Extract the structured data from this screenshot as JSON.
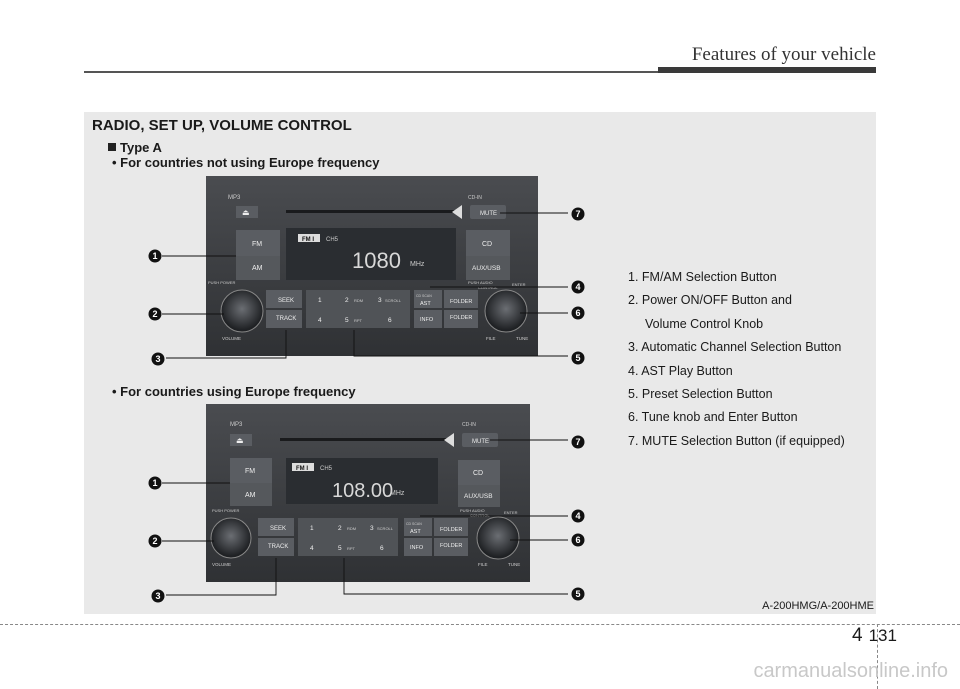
{
  "header": {
    "title": "Features of your vehicle"
  },
  "section": {
    "title": "RADIO, SET UP, VOLUME  CONTROL",
    "type_label": "Type A",
    "label_non_europe": "• For countries not using Europe frequency",
    "label_europe": "• For countries using Europe frequency"
  },
  "radio": {
    "cd_in": "CD-IN",
    "mp3": "MP3",
    "mute": "MUTE",
    "fm": "FM",
    "am": "AM",
    "cd": "CD",
    "aux": "AUX/USB",
    "band_badge": "FM I",
    "channel": "CH5",
    "freq_top": "1080",
    "freq_bottom": "108.00",
    "unit": "MHz",
    "push_power": "PUSH POWER",
    "volume": "VOLUME",
    "seek": "SEEK",
    "track": "TRACK",
    "p1": "1",
    "p2": "2",
    "p2_sub": "RDM",
    "p3": "3",
    "p3_sub": "SCROLL",
    "p4": "4",
    "p5": "5",
    "p5_sub": "RPT",
    "p6": "6",
    "cd_scan": "CD SCAN",
    "ast": "AST",
    "info": "INFO",
    "folder": "FOLDER",
    "push_audio": "PUSH AUDIO",
    "control": "CONTROL",
    "enter": "ENTER",
    "file": "FILE",
    "tune": "TUNE"
  },
  "callouts": [
    "1",
    "2",
    "3",
    "4",
    "5",
    "6",
    "7"
  ],
  "legend": {
    "item1": "1. FM/AM Selection Button",
    "item2a": "2. Power ON/OFF Button and",
    "item2b": "Volume Control Knob",
    "item3": "3. Automatic Channel Selection Button",
    "item4": "4. AST Play Button",
    "item5": "5. Preset Selection Button",
    "item6": "6. Tune knob and Enter Button",
    "item7": "7. MUTE Selection Button (if equipped)"
  },
  "figure_code": "A-200HMG/A-200HME",
  "page": {
    "chapter": "4",
    "number": "131"
  },
  "watermark": "carmanualsonline.info",
  "colors": {
    "panel_bg": "#e9e9e9",
    "unit_dark": "#3a3a3a",
    "lcd": "#2a2d31"
  }
}
